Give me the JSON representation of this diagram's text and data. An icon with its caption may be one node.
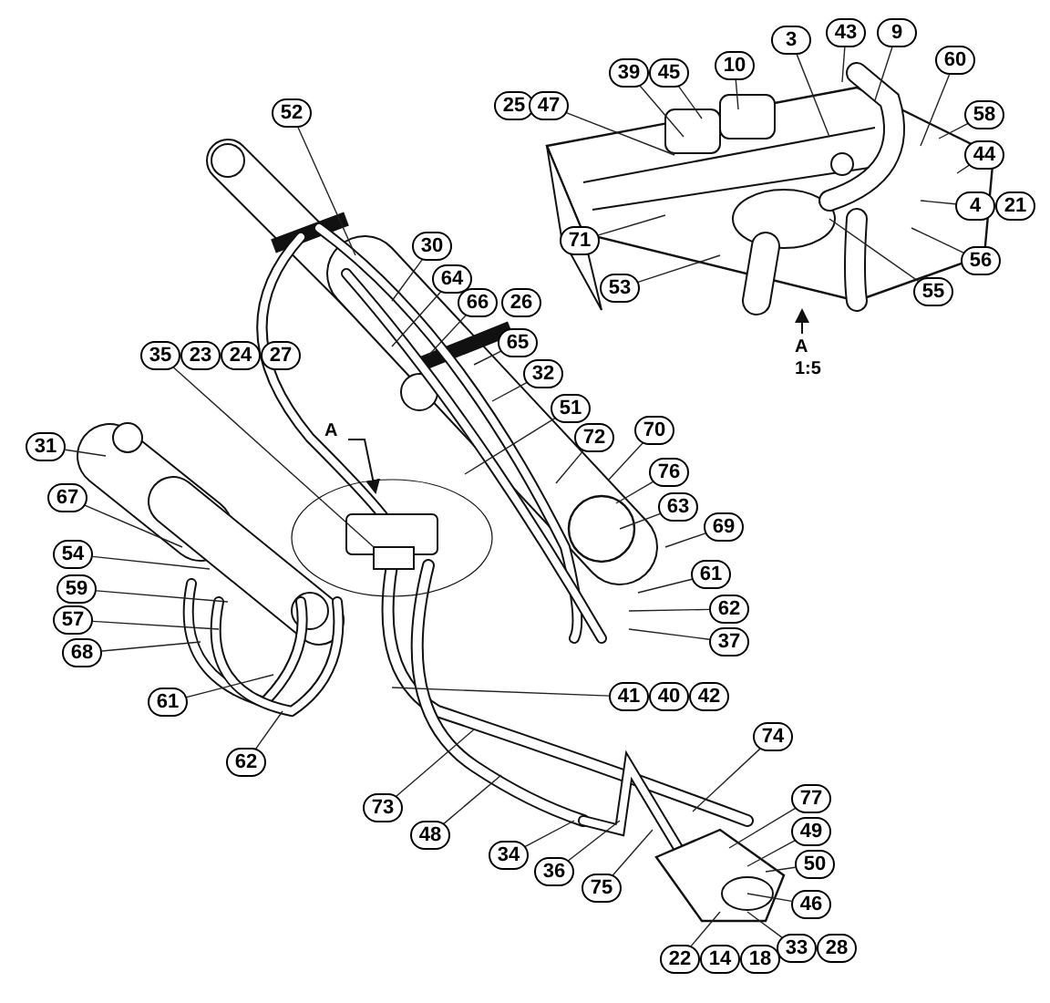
{
  "diagram": {
    "nodes": [
      {
        "text": [
          "25"
        ]
      },
      {
        "text": [
          "47"
        ]
      },
      {
        "text": [
          "39"
        ]
      },
      {
        "text": [
          "45"
        ]
      },
      {
        "text": [
          "10"
        ]
      },
      {
        "text": [
          "3"
        ]
      },
      {
        "text": [
          "43"
        ]
      },
      {
        "text": [
          "9"
        ]
      },
      {
        "text": [
          "60"
        ]
      },
      {
        "text": [
          "52"
        ]
      },
      {
        "text": [
          "58"
        ]
      },
      {
        "text": [
          "44"
        ]
      },
      {
        "text": [
          "4"
        ]
      },
      {
        "text": [
          "21"
        ]
      },
      {
        "text": [
          "71"
        ]
      },
      {
        "text": [
          "30"
        ]
      },
      {
        "text": [
          "56"
        ]
      },
      {
        "text": [
          "64"
        ]
      },
      {
        "text": [
          "53"
        ]
      },
      {
        "text": [
          "55"
        ]
      },
      {
        "text": [
          "66"
        ]
      },
      {
        "text": [
          "26"
        ]
      },
      {
        "text": [
          "65"
        ]
      },
      {
        "text": [
          "35"
        ]
      },
      {
        "text": [
          "23"
        ]
      },
      {
        "text": [
          "24"
        ]
      },
      {
        "text": [
          "27"
        ]
      },
      {
        "text": [
          "32"
        ]
      },
      {
        "text": [
          "51"
        ]
      },
      {
        "text": [
          "72"
        ]
      },
      {
        "text": [
          "70"
        ]
      },
      {
        "text": [
          "31"
        ]
      },
      {
        "text": [
          "76"
        ]
      },
      {
        "text": [
          "67"
        ]
      },
      {
        "text": [
          "63"
        ]
      },
      {
        "text": [
          "69"
        ]
      },
      {
        "text": [
          "54"
        ]
      },
      {
        "text": [
          "61"
        ]
      },
      {
        "text": [
          "59"
        ]
      },
      {
        "text": [
          "62"
        ]
      },
      {
        "text": [
          "57"
        ]
      },
      {
        "text": [
          "37"
        ]
      },
      {
        "text": [
          "68"
        ]
      },
      {
        "text": [
          "41"
        ]
      },
      {
        "text": [
          "40"
        ]
      },
      {
        "text": [
          "42"
        ]
      },
      {
        "text": [
          "61"
        ]
      },
      {
        "text": [
          "74"
        ]
      },
      {
        "text": [
          "62"
        ]
      },
      {
        "text": [
          "77"
        ]
      },
      {
        "text": [
          "73"
        ]
      },
      {
        "text": [
          "49"
        ]
      },
      {
        "text": [
          "48"
        ]
      },
      {
        "text": [
          "34"
        ]
      },
      {
        "text": [
          "50"
        ]
      },
      {
        "text": [
          "36"
        ]
      },
      {
        "text": [
          "75"
        ]
      },
      {
        "text": [
          "46"
        ]
      },
      {
        "text": [
          "33"
        ]
      },
      {
        "text": [
          "28"
        ]
      },
      {
        "text": [
          "22"
        ]
      },
      {
        "text": [
          "14"
        ]
      },
      {
        "text": [
          "18"
        ]
      }
    ],
    "edges": [
      {
        "from": 1,
        "to": null,
        "arrow": "none"
      },
      {
        "from": 2,
        "to": null,
        "arrow": "none"
      },
      {
        "from": 3,
        "to": null,
        "arrow": "none"
      },
      {
        "from": 4,
        "to": null,
        "arrow": "none"
      },
      {
        "from": 5,
        "to": null,
        "arrow": "none"
      },
      {
        "from": 6,
        "to": null,
        "arrow": "none"
      },
      {
        "from": 7,
        "to": null,
        "arrow": "none"
      },
      {
        "from": 8,
        "to": null,
        "arrow": "none"
      },
      {
        "from": 9,
        "to": null,
        "arrow": "none"
      },
      {
        "from": 10,
        "to": null,
        "arrow": "none"
      },
      {
        "from": 11,
        "to": null,
        "arrow": "none"
      },
      {
        "from": 12,
        "to": null,
        "arrow": "none"
      },
      {
        "from": 14,
        "to": null,
        "arrow": "none"
      },
      {
        "from": 15,
        "to": null,
        "arrow": "none"
      },
      {
        "from": 16,
        "to": null,
        "arrow": "none"
      },
      {
        "from": 17,
        "to": null,
        "arrow": "none"
      },
      {
        "from": 18,
        "to": null,
        "arrow": "none"
      },
      {
        "from": 19,
        "to": null,
        "arrow": "none"
      },
      {
        "from": 20,
        "to": null,
        "arrow": "none"
      },
      {
        "from": 22,
        "to": null,
        "arrow": "none"
      },
      {
        "from": 23,
        "to": null,
        "arrow": "none"
      },
      {
        "from": 27,
        "to": null,
        "arrow": "none"
      },
      {
        "from": 28,
        "to": null,
        "arrow": "none"
      },
      {
        "from": 29,
        "to": null,
        "arrow": "none"
      },
      {
        "from": 30,
        "to": null,
        "arrow": "none"
      },
      {
        "from": 31,
        "to": null,
        "arrow": "none"
      },
      {
        "from": 32,
        "to": null,
        "arrow": "none"
      },
      {
        "from": 33,
        "to": null,
        "arrow": "none"
      },
      {
        "from": 34,
        "to": null,
        "arrow": "none"
      },
      {
        "from": 35,
        "to": null,
        "arrow": "none"
      },
      {
        "from": 36,
        "to": null,
        "arrow": "none"
      },
      {
        "from": 37,
        "to": null,
        "arrow": "none"
      },
      {
        "from": 38,
        "to": null,
        "arrow": "none"
      },
      {
        "from": 39,
        "to": null,
        "arrow": "none"
      },
      {
        "from": 40,
        "to": null,
        "arrow": "none"
      },
      {
        "from": 41,
        "to": null,
        "arrow": "none"
      },
      {
        "from": 42,
        "to": null,
        "arrow": "none"
      },
      {
        "from": 43,
        "to": null,
        "arrow": "none"
      },
      {
        "from": 46,
        "to": null,
        "arrow": "none"
      },
      {
        "from": 47,
        "to": null,
        "arrow": "none"
      },
      {
        "from": 48,
        "to": null,
        "arrow": "none"
      },
      {
        "from": 49,
        "to": null,
        "arrow": "none"
      },
      {
        "from": 50,
        "to": null,
        "arrow": "none"
      },
      {
        "from": 51,
        "to": null,
        "arrow": "none"
      },
      {
        "from": 52,
        "to": null,
        "arrow": "none"
      },
      {
        "from": 53,
        "to": null,
        "arrow": "none"
      },
      {
        "from": 54,
        "to": null,
        "arrow": "none"
      },
      {
        "from": 55,
        "to": null,
        "arrow": "none"
      },
      {
        "from": 56,
        "to": null,
        "arrow": "none"
      },
      {
        "from": 57,
        "to": null,
        "arrow": "none"
      },
      {
        "from": 58,
        "to": null,
        "arrow": "none"
      },
      {
        "from": 60,
        "to": null,
        "arrow": "none"
      }
    ],
    "labels": [
      "A",
      "1:5",
      "A"
    ]
  }
}
